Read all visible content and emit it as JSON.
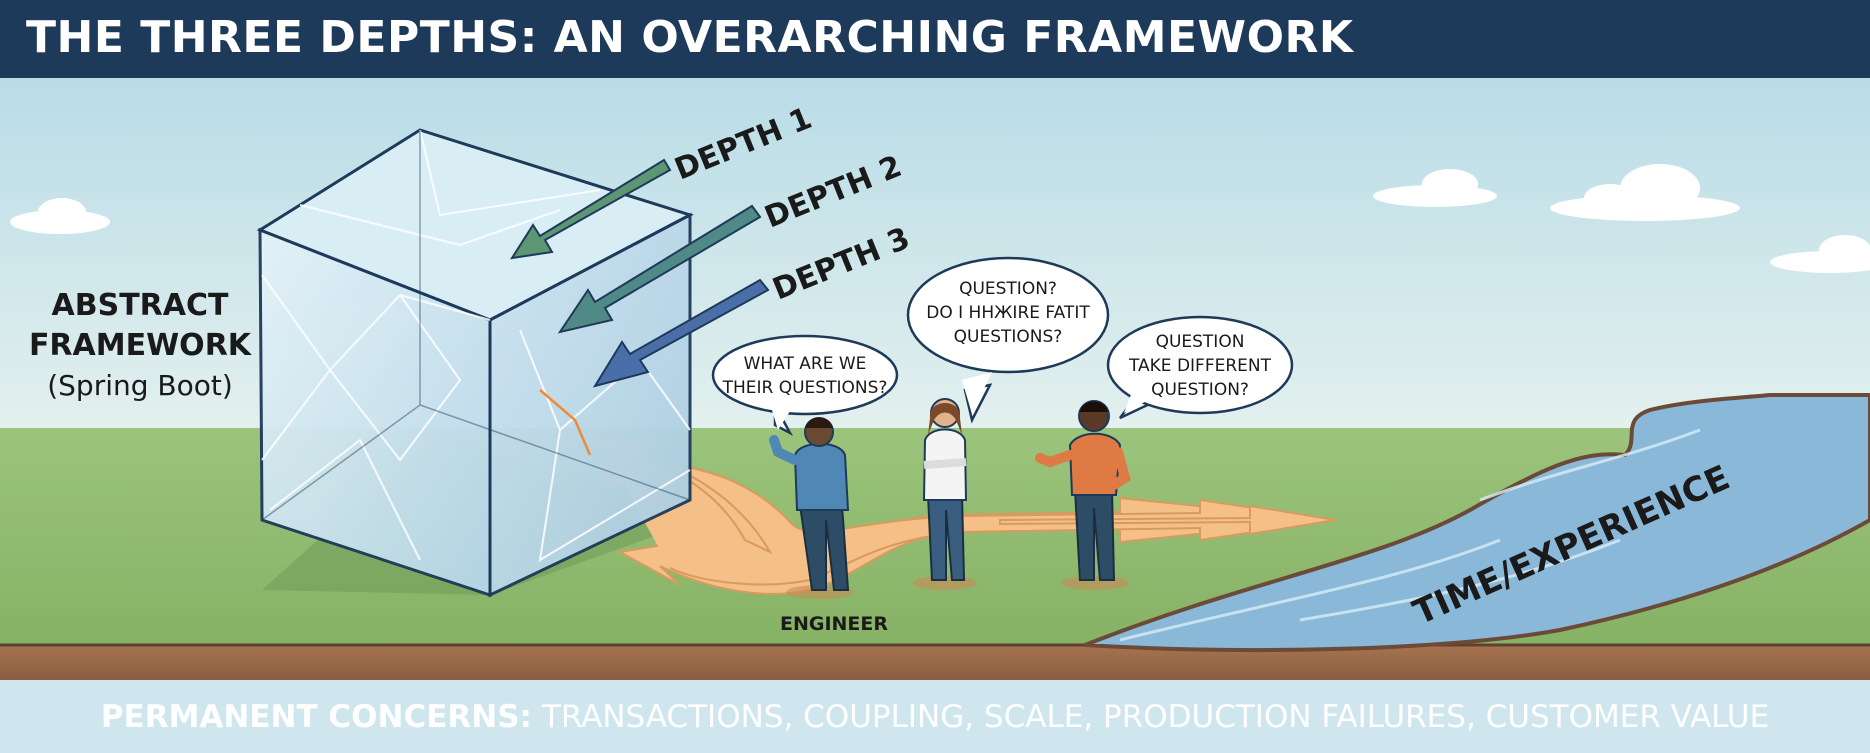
{
  "header": {
    "title": "THE THREE DEPTHS: AN OVERARCHING FRAMEWORK"
  },
  "framework": {
    "line1": "ABSTRACT",
    "line2": "FRAMEWORK",
    "line3": "(Spring Boot)"
  },
  "depths": [
    {
      "label": "DEPTH 1",
      "color": "#5d9673"
    },
    {
      "label": "DEPTH 2",
      "color": "#4f8a86"
    },
    {
      "label": "DEPTH 3",
      "color": "#4a6fa8"
    }
  ],
  "bubbles": [
    {
      "lines": [
        "WHAT ARE WE",
        "THEIR QUESTIONS?"
      ]
    },
    {
      "lines": [
        "QUESTION?",
        "DO I HHЖIRE FATIT",
        "QUESTIONS?"
      ]
    },
    {
      "lines": [
        "QUESTION",
        "TAKE DIFFERENT",
        "QUESTION?"
      ]
    }
  ],
  "engineer_label": "ENGINEER",
  "river_label": "TIME/EXPERIENCE",
  "footer": {
    "bold": "PERMANENT CONCERNS:",
    "rest": "TRANSACTIONS, COUPLING, SCALE, PRODUCTION FAILURES, CUSTOMER VALUE"
  },
  "colors": {
    "header_bg": "#1e3a5a",
    "ground": "#8fba6f",
    "soil": "#9a6a4a",
    "river": "#8ab8d8",
    "path": "#f4c088"
  }
}
